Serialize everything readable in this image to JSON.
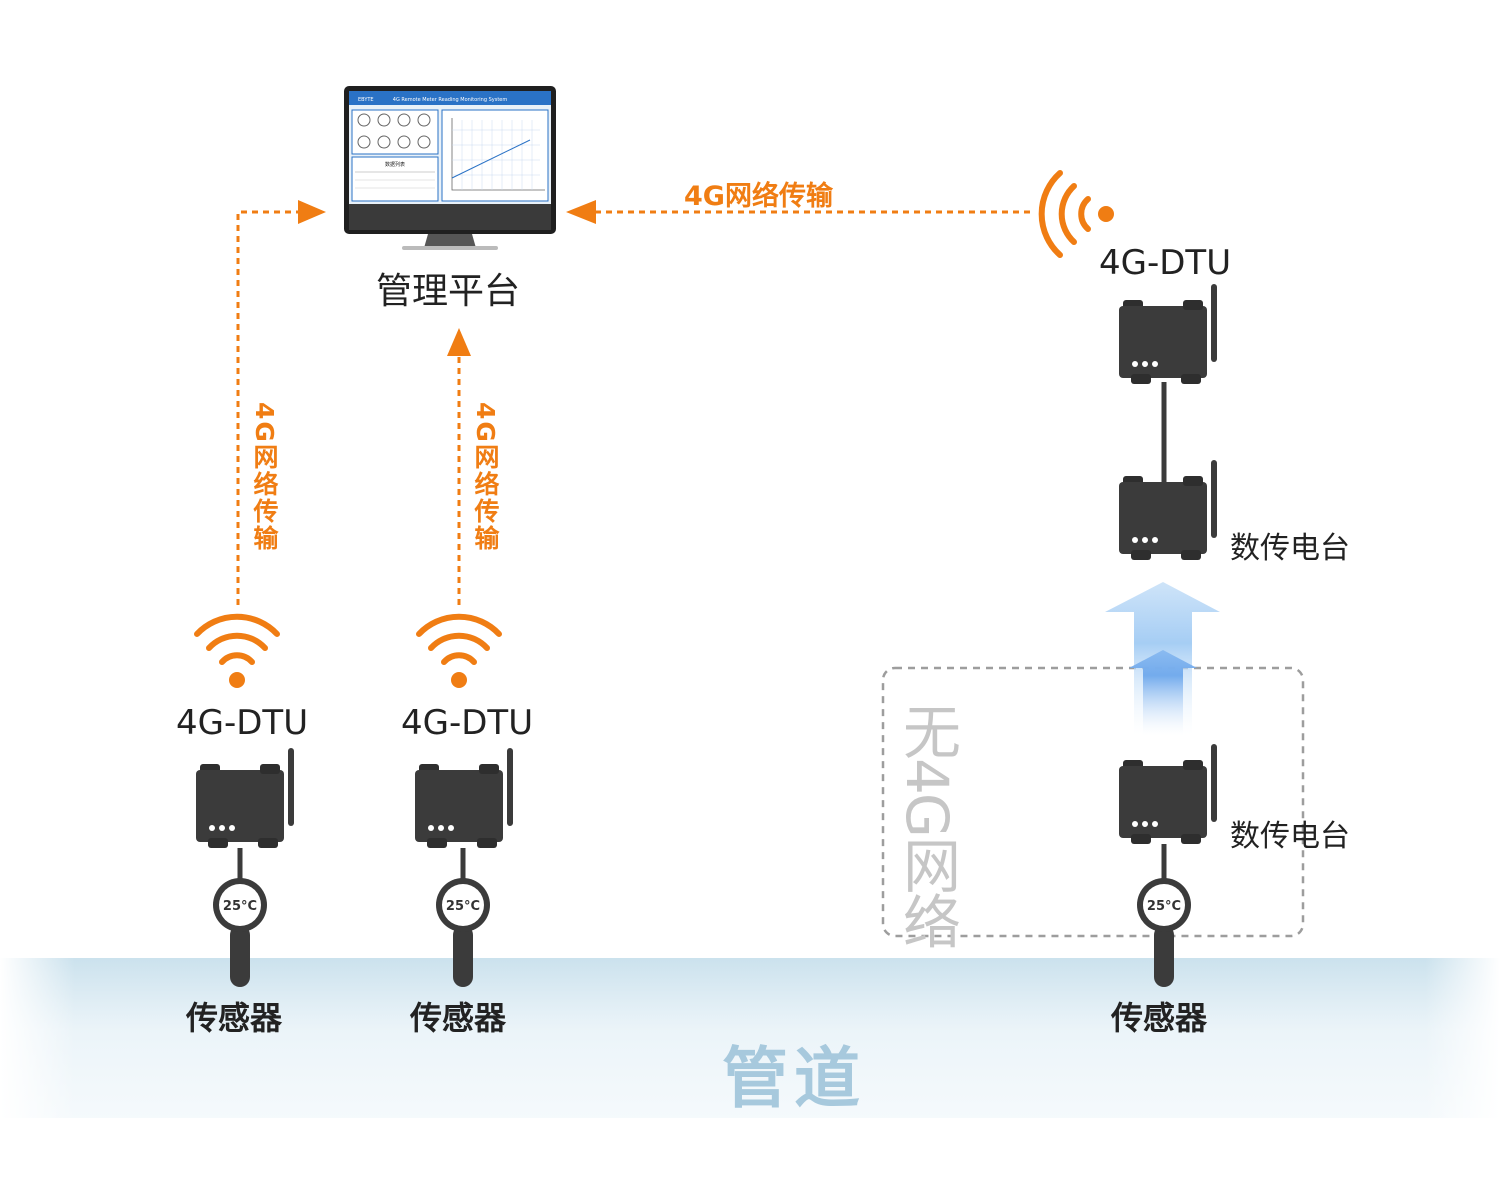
{
  "management": {
    "label": "管理平台",
    "screen_title": "4G Remote Meter Reading Monitoring System",
    "screen_logo": "EBYTE",
    "screen_table_title": "数据列表"
  },
  "network": {
    "horizontal_label": "4G网络传输",
    "left_vertical_label": "4G网络传输",
    "mid_vertical_label": "4G网络传输"
  },
  "dtu_left": {
    "label": "4G-DTU"
  },
  "dtu_mid": {
    "label": "4G-DTU"
  },
  "dtu_right": {
    "label": "4G-DTU"
  },
  "radio_upper": {
    "label": "数传电台"
  },
  "radio_lower": {
    "label": "数传电台"
  },
  "no_4g_zone": {
    "label": "无4G网络"
  },
  "sensors": [
    {
      "label": "传感器",
      "reading": "25°C"
    },
    {
      "label": "传感器",
      "reading": "25°C"
    },
    {
      "label": "传感器",
      "reading": "25°C"
    }
  ],
  "pipeline": {
    "label": "管道"
  },
  "colors": {
    "accent_orange": "#f07d13",
    "device_dark": "#3b3b3b",
    "pipe_blue": "#a7c9dd",
    "arrow_blue": "#8fc0f2"
  }
}
